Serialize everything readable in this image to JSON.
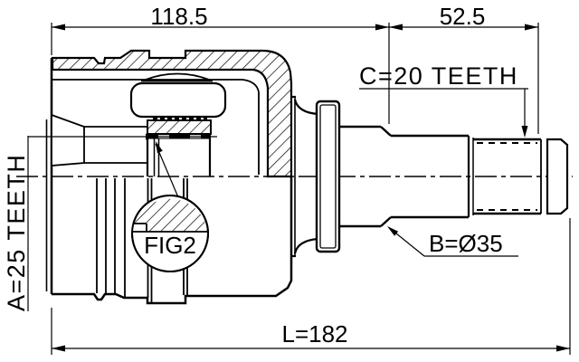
{
  "drawing": {
    "detail_label": "FIG2",
    "dim_housing_width": "118.5",
    "dim_spline_section": "52.5",
    "dim_total_length": "L=182",
    "label_inner_spline": "A=25 TEETH",
    "label_outer_spline": "C=20 TEETH",
    "label_shaft_diameter": "B=Ø35",
    "colors": {
      "line": "#000000",
      "background": "#ffffff"
    }
  }
}
